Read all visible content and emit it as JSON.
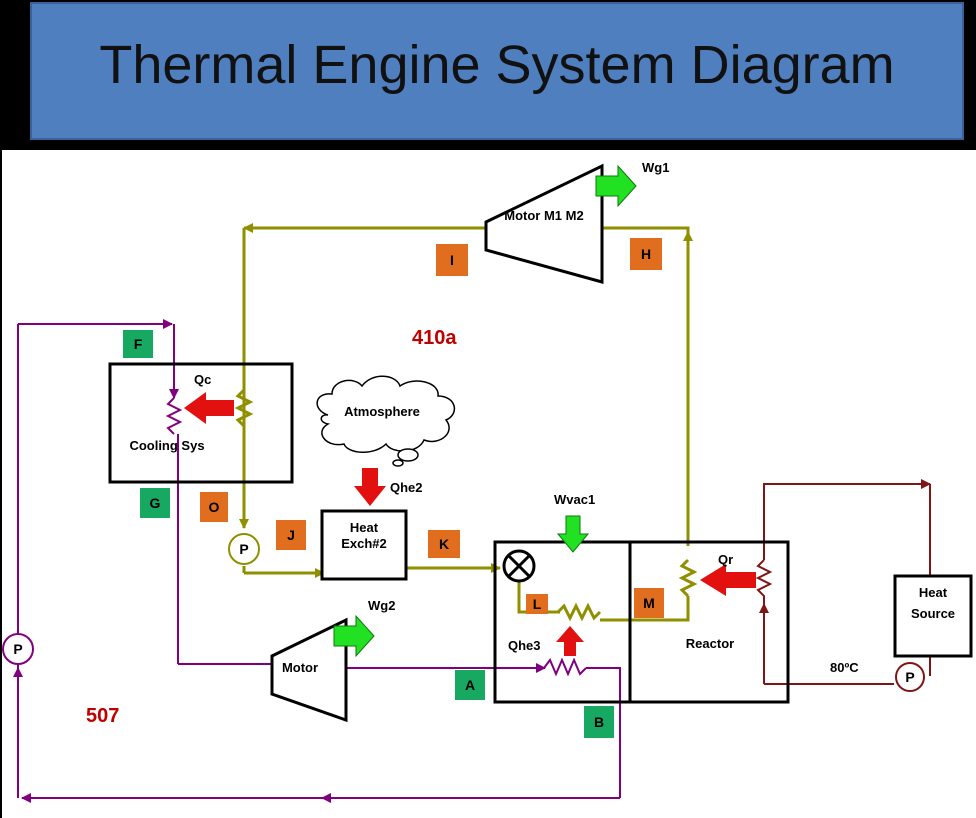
{
  "title": "Thermal Engine System Diagram",
  "colors": {
    "olive": "#8f8f00",
    "purple": "#800080",
    "maroon": "#7f1515",
    "orange": "#e06e1e",
    "green": "#17a862",
    "arrow_red": "#e31010",
    "arrow_green": "#22e022",
    "refrigerant_red": "#c00000"
  },
  "components": {
    "motor_top": "Motor M1 M2",
    "motor_bottom": "Motor",
    "cooling": "Cooling Sys",
    "heat_exch_line1": "Heat",
    "heat_exch_line2": "Exch#2",
    "reactor": "Reactor",
    "heat_source_line1": "Heat",
    "heat_source_line2": "Source",
    "atmosphere": "Atmosphere",
    "pump": "P"
  },
  "quantities": {
    "wg1": "Wg1",
    "wg2": "Wg2",
    "qc": "Qc",
    "qhe2": "Qhe2",
    "qhe3": "Qhe3",
    "wvac1": "Wvac1",
    "qr": "Qr",
    "temp": "80ºC"
  },
  "refrigerants": {
    "r410a": "410a",
    "r507": "507"
  },
  "points": {
    "A": "A",
    "B": "B",
    "F": "F",
    "G": "G",
    "H": "H",
    "I": "I",
    "J": "J",
    "K": "K",
    "L": "L",
    "M": "M",
    "O": "O"
  }
}
